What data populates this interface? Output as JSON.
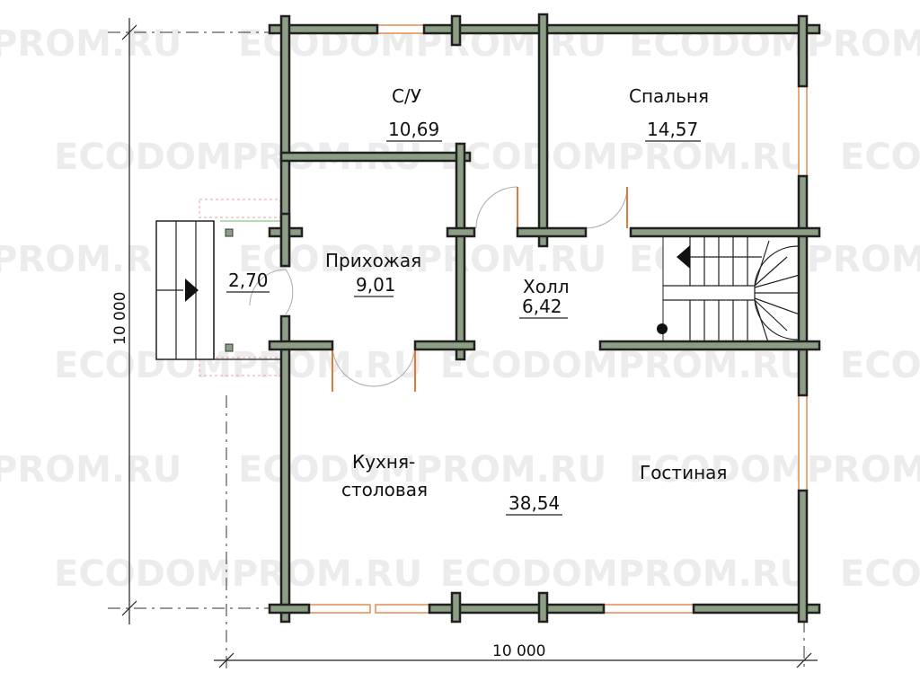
{
  "watermark": {
    "text": "ECODOMPROM.RU",
    "fragment_a": "PROM.RU",
    "fragment_b": "ECO"
  },
  "rooms": [
    {
      "name": "С/У",
      "area": "10,69"
    },
    {
      "name": "Спальня",
      "area": "14,57"
    },
    {
      "name": "Прихожая",
      "area": "9,01"
    },
    {
      "name": "Холл",
      "area": "6,42"
    },
    {
      "name_line1": "Кухня-",
      "name_line2": "столовая",
      "area": "38,54"
    },
    {
      "name": "Гостиная"
    }
  ],
  "porch": {
    "area": "2,70"
  },
  "dimensions": {
    "width": "10 000",
    "height": "10 000"
  },
  "colors": {
    "wall_fill": "#8c9e83",
    "wall_stroke": "#202020",
    "window": "#e07a3a",
    "watermark": "#ececec"
  }
}
